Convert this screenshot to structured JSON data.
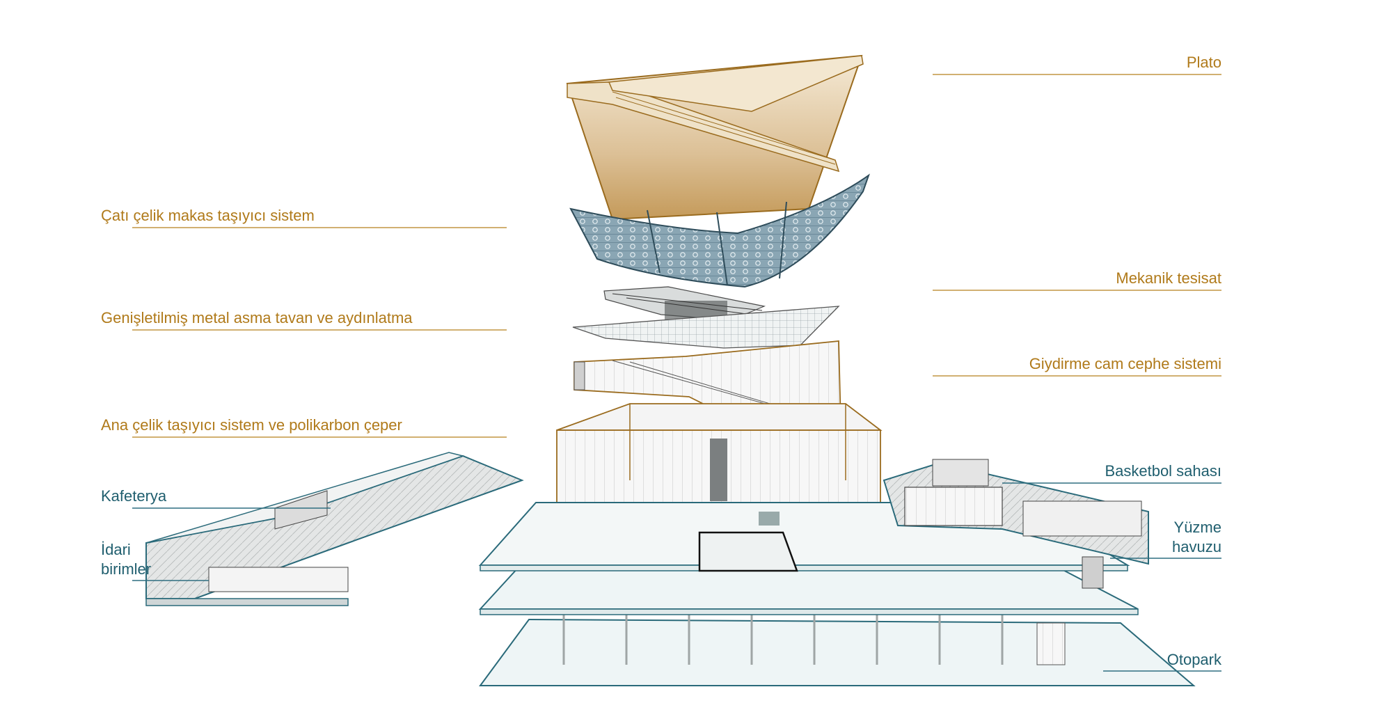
{
  "labels": {
    "plato": "Plato",
    "cati": "Çatı çelik makas taşıyıcı sistem",
    "mekanik": "Mekanik tesisat",
    "asma_tavan": "Genişletilmiş metal asma tavan ve aydınlatma",
    "giydirme": "Giydirme cam cephe sistemi",
    "ana_celik": "Ana çelik taşıyıcı sistem ve polikarbon çeper",
    "basketbol": "Basketbol sahası",
    "kafeterya": "Kafeterya",
    "yuzme_1": "Yüzme",
    "yuzme_2": "havuzu",
    "idari_1": "İdari",
    "idari_2": "birimler",
    "otopark": "Otopark"
  },
  "colors": {
    "upper_labels": "#b07a1a",
    "lower_labels": "#1f5e6e",
    "roof_fill_top": "#f3e6cf",
    "roof_fill_bottom": "#c9a064",
    "truss_fill": "#7d9aaa",
    "slab_fill": "#eef5f6",
    "slab_stroke": "#2a6a7a"
  }
}
